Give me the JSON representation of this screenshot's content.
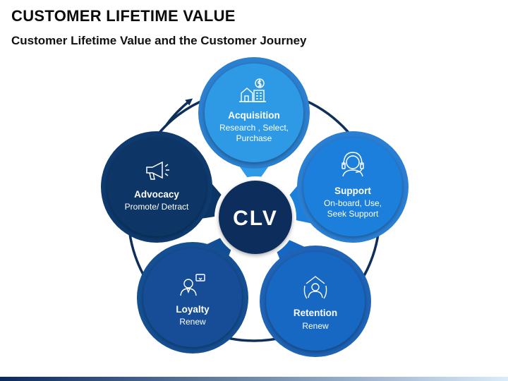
{
  "header": {
    "title": "CUSTOMER LIFETIME VALUE",
    "subtitle": "Customer Lifetime Value and the Customer Journey"
  },
  "center": {
    "label": "CLV",
    "color": "#0b2d5c"
  },
  "stages": [
    {
      "id": "acquisition",
      "title": "Acquisition",
      "desc": [
        "Research , Select,",
        "Purchase"
      ],
      "icon": "house-building-dollar-icon",
      "color": "#2f9ae6",
      "ring": "#2b80cf"
    },
    {
      "id": "support",
      "title": "Support",
      "desc": [
        "On-board, Use,",
        "Seek Support"
      ],
      "icon": "headset-support-icon",
      "color": "#1d7fdc",
      "ring": "#2a7fd4"
    },
    {
      "id": "retention",
      "title": "Retention",
      "desc": [
        "Renew"
      ],
      "icon": "protected-person-icon",
      "color": "#1667c2",
      "ring": "#1e63b6"
    },
    {
      "id": "loyalty",
      "title": "Loyalty",
      "desc": [
        "Renew"
      ],
      "icon": "loyal-customer-icon",
      "color": "#124e96",
      "ring": "#154f93"
    },
    {
      "id": "advocacy",
      "title": "Advocacy",
      "desc": [
        "Promote/ Detract"
      ],
      "icon": "megaphone-icon",
      "color": "#0b3566",
      "ring": "#0e3a6e"
    }
  ],
  "colors": {
    "cycle": "#0d2f5a",
    "bottom_bar_start": "#0a2a5a",
    "bottom_bar_end": "#d9ecfb"
  }
}
